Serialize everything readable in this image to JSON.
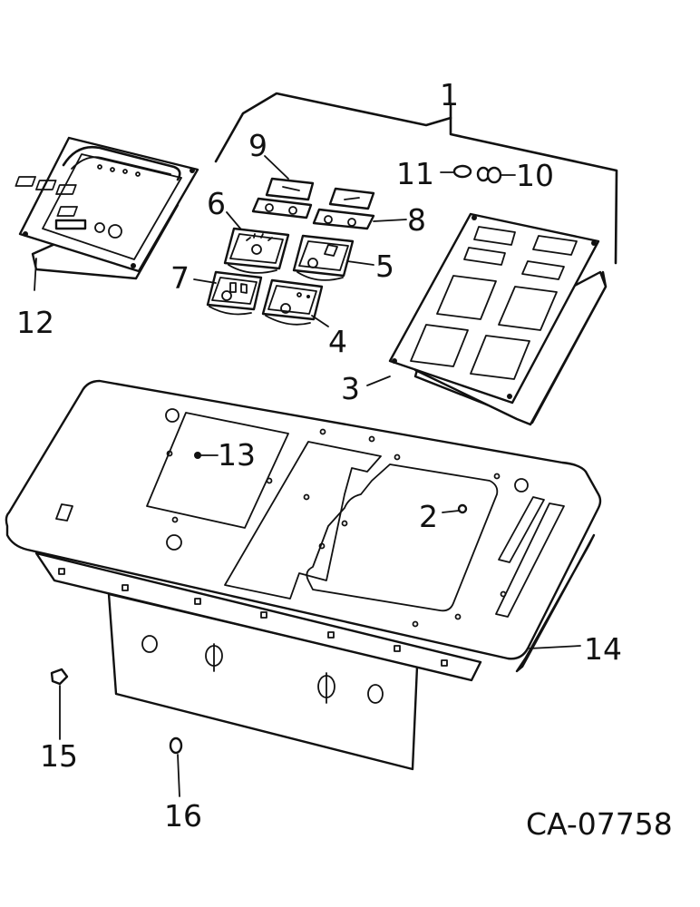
{
  "callouts": {
    "c1": "1",
    "c2": "2",
    "c3": "3",
    "c4": "4",
    "c5": "5",
    "c6": "6",
    "c7": "7",
    "c8": "8",
    "c9": "9",
    "c10": "10",
    "c11": "11",
    "c12": "12",
    "c13": "13",
    "c14": "14",
    "c15": "15",
    "c16": "16"
  },
  "figure_code": "CA-07758"
}
